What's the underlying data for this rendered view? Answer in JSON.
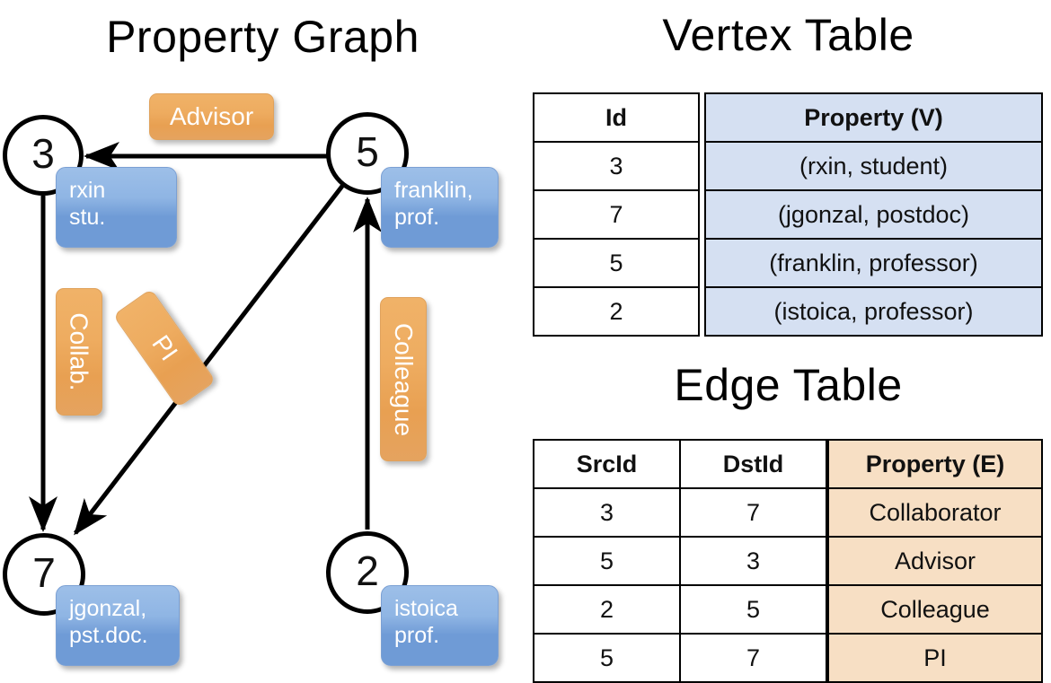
{
  "titles": {
    "graph": "Property Graph",
    "vertex": "Vertex Table",
    "edge": "Edge Table"
  },
  "colors": {
    "vertex_property_fill": "#d5e0f2",
    "edge_property_fill": "#f7dfc4",
    "vertex_box_fill": "#7ba5dd",
    "edge_label_fill": "#eba95c",
    "stroke": "#000000"
  },
  "graph": {
    "nodes": [
      {
        "id": "3",
        "property": "rxin\nstu.",
        "line1": "rxin",
        "line2": "stu."
      },
      {
        "id": "5",
        "property": "franklin, prof.",
        "line1": "franklin,",
        "line2": "prof."
      },
      {
        "id": "7",
        "property": "jgonzal, pst.doc.",
        "line1": "jgonzal,",
        "line2": "pst.doc."
      },
      {
        "id": "2",
        "property": "istoica prof.",
        "line1": "istoica",
        "line2": "prof."
      }
    ],
    "edge_labels": [
      {
        "name": "advisor",
        "text": "Advisor",
        "orientation": "horizontal"
      },
      {
        "name": "collab",
        "text": "Collab.",
        "orientation": "vertical"
      },
      {
        "name": "pi",
        "text": "PI",
        "orientation": "rotated"
      },
      {
        "name": "colleague",
        "text": "Colleague",
        "orientation": "vertical"
      }
    ],
    "edges": [
      {
        "src": "5",
        "dst": "3",
        "label": "Advisor"
      },
      {
        "src": "3",
        "dst": "7",
        "label": "Collab."
      },
      {
        "src": "5",
        "dst": "7",
        "label": "PI"
      },
      {
        "src": "2",
        "dst": "5",
        "label": "Colleague"
      }
    ]
  },
  "vertex_table": {
    "headers": [
      "Id",
      "Property (V)"
    ],
    "rows": [
      {
        "id": "3",
        "property": "(rxin, student)"
      },
      {
        "id": "7",
        "property": "(jgonzal, postdoc)"
      },
      {
        "id": "5",
        "property": "(franklin, professor)"
      },
      {
        "id": "2",
        "property": "(istoica, professor)"
      }
    ]
  },
  "edge_table": {
    "headers": [
      "SrcId",
      "DstId",
      "Property (E)"
    ],
    "rows": [
      {
        "src": "3",
        "dst": "7",
        "property": "Collaborator"
      },
      {
        "src": "5",
        "dst": "3",
        "property": "Advisor"
      },
      {
        "src": "2",
        "dst": "5",
        "property": "Colleague"
      },
      {
        "src": "5",
        "dst": "7",
        "property": "PI"
      }
    ]
  }
}
